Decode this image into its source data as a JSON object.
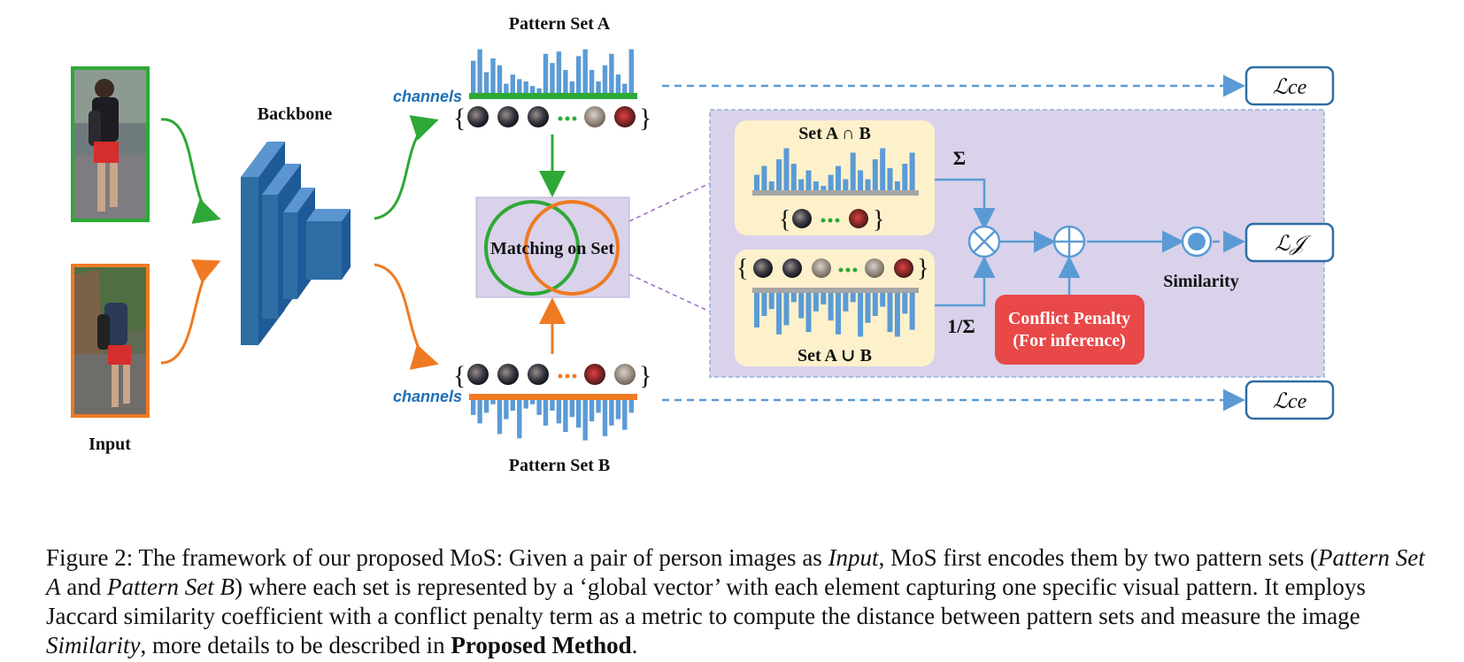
{
  "labels": {
    "backbone": "Backbone",
    "input": "Input",
    "pattern_set_a": "Pattern Set A",
    "pattern_set_b": "Pattern Set B",
    "channels": "channels",
    "matching": "Matching on Set",
    "intersection": "Set A ∩ B",
    "union": "Set A ∪ B",
    "sigma": "Σ",
    "inv_sigma": "1/Σ",
    "conflict_line1": "Conflict Penalty",
    "conflict_line2": "(For inference)",
    "similarity": "Similarity",
    "loss_ce_top": "ℒce",
    "loss_j": "ℒ𝒥",
    "loss_ce_bottom": "ℒce"
  },
  "colors": {
    "green": "#2ea836",
    "orange": "#ef7a22",
    "bar_blue": "#5b9bd5",
    "box_blue": "#2e6da4",
    "panel": "#d9d2ea",
    "panel_border": "#8fb0dc",
    "card": "#fdf1cc",
    "conflict": "#e84848",
    "op_blue": "#5b9bd5"
  },
  "histograms": {
    "set_a": [
      0.7,
      0.95,
      0.45,
      0.75,
      0.6,
      0.2,
      0.4,
      0.3,
      0.25,
      0.15,
      0.1,
      0.85,
      0.65,
      0.9,
      0.5,
      0.25,
      0.8,
      0.95,
      0.5,
      0.25,
      0.6,
      0.85,
      0.4,
      0.2,
      0.95
    ],
    "set_b": [
      0.35,
      0.55,
      0.3,
      0.1,
      0.8,
      0.45,
      0.25,
      0.9,
      0.2,
      0.1,
      0.35,
      0.6,
      0.25,
      0.55,
      0.75,
      0.4,
      0.65,
      0.95,
      0.5,
      0.3,
      0.85,
      0.6,
      0.45,
      0.7,
      0.3
    ],
    "intersection": [
      0.35,
      0.55,
      0.2,
      0.7,
      0.95,
      0.6,
      0.25,
      0.45,
      0.2,
      0.1,
      0.35,
      0.55,
      0.25,
      0.85,
      0.45,
      0.25,
      0.7,
      0.95,
      0.5,
      0.2,
      0.6,
      0.85
    ],
    "union": [
      0.75,
      0.5,
      0.35,
      0.9,
      0.7,
      0.2,
      0.55,
      0.85,
      0.4,
      0.25,
      0.6,
      0.9,
      0.4,
      0.2,
      0.95,
      0.65,
      0.5,
      0.3,
      0.85,
      0.95,
      0.45,
      0.8
    ]
  },
  "caption": {
    "figure_label": "Figure 2:",
    "t1": " The framework of our proposed MoS: Given a pair of person images as ",
    "i1": "Input",
    "t2": ", MoS first encodes them by two pattern sets (",
    "i2": "Pattern Set A",
    "t3": " and ",
    "i3": "Pattern Set B",
    "t4": ") where each set is represented by a ‘global vector’ with each element capturing one specific visual pattern. It employs Jaccard similarity coefficient with a conflict penalty term as a metric to compute the distance between pattern sets and measure the image ",
    "i4": "Similarity",
    "t5": ", more details to be described in ",
    "b1": "Proposed Method",
    "t6": "."
  }
}
